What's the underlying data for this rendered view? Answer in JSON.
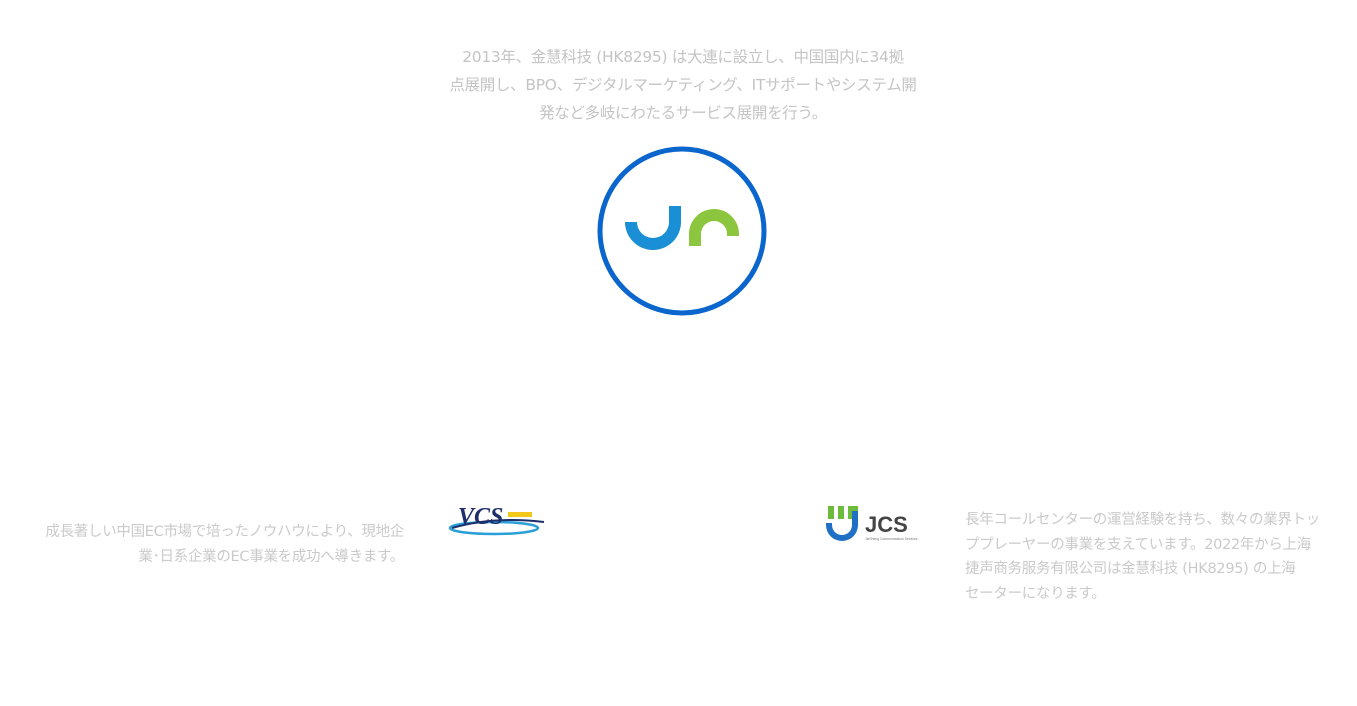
{
  "intro": {
    "lines": [
      "2013年、金慧科技 (HK8295) は大連に設立し、中国国内に34拠",
      "点展開し、BPO、デジタルマーケティング、ITサポートやシステム開",
      "発など多岐にわたるサービス展開を行う。"
    ]
  },
  "left_block": {
    "lines": [
      "成長著しい中国EC市場で培ったノウハウにより、現地企",
      "業･日系企業のEC事業を成功へ導きます。"
    ]
  },
  "right_block": {
    "lines": [
      "長年コールセンターの運営経験を持ち、数々の業界トッ",
      "ププレーヤーの事業を支えています。2022年から上海",
      "捷声商务服务有限公司は金慧科技 (HK8295) の上海",
      "セーターになります。"
    ]
  },
  "logos": {
    "vcs_text": "VCS",
    "jcs_text": "JCS",
    "jcs_subtext": "JieSheng Communication Services"
  },
  "colors": {
    "ring_blue": "#0a66cc",
    "jr_blue": "#1a8fd6",
    "jr_green": "#8cc63f",
    "jcs_green": "#6dbb3c",
    "jcs_blue": "#1f6fc5",
    "jcs_text": "#444444",
    "vcs_navy": "#1c2f6b",
    "text_gray": "#c8c8c8"
  }
}
